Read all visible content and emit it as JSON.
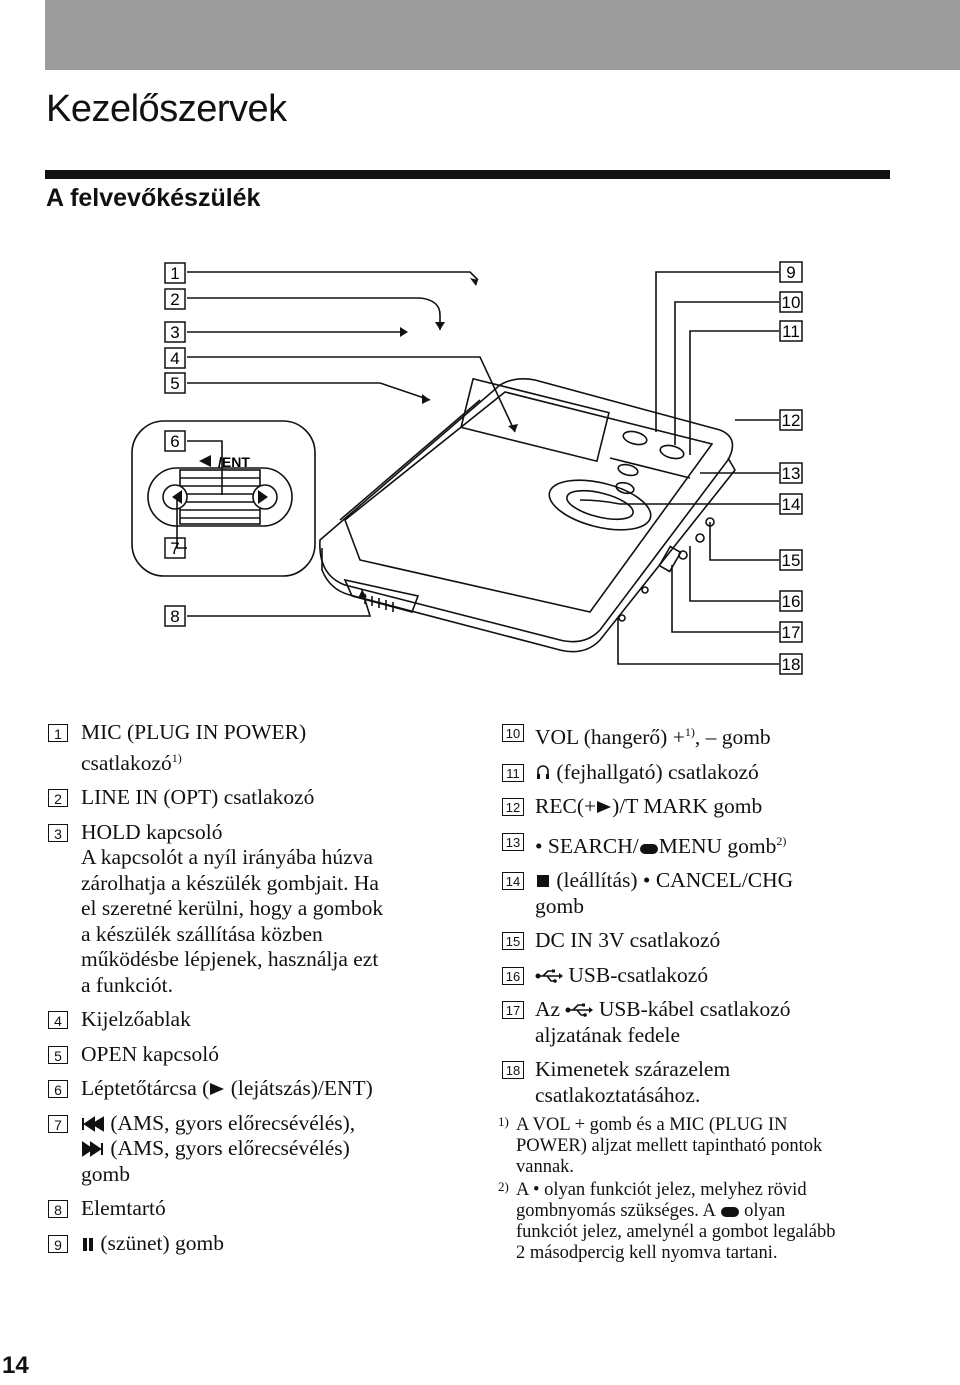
{
  "page": {
    "title": "Kezelőszervek",
    "subtitle": "A felvevőkészülék",
    "page_number": "14"
  },
  "diagram": {
    "callouts_left": [
      "1",
      "2",
      "3",
      "4",
      "5",
      "6",
      "7",
      "8"
    ],
    "callouts_right": [
      "9",
      "10",
      "11",
      "12",
      "13",
      "14",
      "15",
      "16",
      "17",
      "18"
    ],
    "inset_label": "/ENT"
  },
  "legend_left": [
    {
      "num": "1",
      "lines": [
        "MIC (PLUG IN POWER)",
        "csatlakozó"
      ],
      "sup": "1)"
    },
    {
      "num": "2",
      "lines": [
        "LINE IN (OPT) csatlakozó"
      ]
    },
    {
      "num": "3",
      "lines": [
        "HOLD kapcsoló",
        "A kapcsolót a nyíl irányába húzva",
        "zárolhatja a készülék gombjait. Ha",
        "el szeretné kerülni, hogy a gombok",
        "a készülék szállítása közben",
        "működésbe lépjenek, használja ezt",
        "a funkciót."
      ]
    },
    {
      "num": "4",
      "lines": [
        "Kijelzőablak"
      ]
    },
    {
      "num": "5",
      "lines": [
        "OPEN kapcsoló"
      ]
    },
    {
      "num": "6",
      "pre": "Léptetőtárcsa (",
      "post": " (lejátszás)/ENT)"
    },
    {
      "num": "7",
      "l1": " (AMS, gyors előrecsévélés),",
      "l2": " (AMS, gyors előrecsévélés)",
      "l3": "gomb"
    },
    {
      "num": "8",
      "lines": [
        "Elemtartó"
      ]
    },
    {
      "num": "9",
      "text": " (szünet) gomb"
    }
  ],
  "legend_right": {
    "i10": {
      "num": "10",
      "a": "VOL (hangerő) +",
      "sup": "1)",
      "b": ", – gomb"
    },
    "i11": {
      "num": "11",
      "text": " (fejhallgató) csatlakozó"
    },
    "i12": {
      "num": "12",
      "a": "REC(+",
      "b": ")/T MARK gomb"
    },
    "i13": {
      "num": "13",
      "a": "• SEARCH/",
      "b": "MENU gomb",
      "sup": "2)"
    },
    "i14": {
      "num": "14",
      "l1": " (leállítás) • CANCEL/CHG",
      "l2": "gomb"
    },
    "i15": {
      "num": "15",
      "text": "DC IN 3V csatlakozó"
    },
    "i16": {
      "num": "16",
      "text": " USB-csatlakozó"
    },
    "i17": {
      "num": "17",
      "a": "Az ",
      "b": " USB-kábel csatlakozó",
      "l2": "aljzatának fedele"
    },
    "i18": {
      "num": "18",
      "l1": "Kimenetek szárazelem",
      "l2": "csatlakoztatásához."
    }
  },
  "footnotes": {
    "n1": {
      "mark": "1)",
      "lines": [
        "A VOL + gomb és a MIC (PLUG IN",
        "POWER) aljzat mellett tapintható pontok",
        "vannak."
      ]
    },
    "n2": {
      "mark": "2)",
      "l1a": "A • olyan funkciót jelez, melyhez rövid",
      "l2a": "gombnyomás szükséges. A ",
      "l2b": " olyan",
      "l3": "funkciót jelez, amelynél a gombot legalább",
      "l4": "2 másodpercig kell nyomva tartani."
    }
  }
}
